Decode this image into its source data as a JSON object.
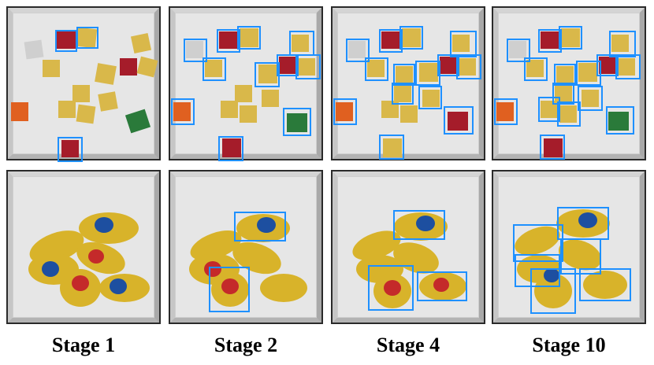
{
  "stages": [
    {
      "label": "Stage 1"
    },
    {
      "label": "Stage 2"
    },
    {
      "label": "Stage 4"
    },
    {
      "label": "Stage 10"
    }
  ],
  "colors": {
    "box": "#1e90ff",
    "dice_yellow": "#d9b84a",
    "dice_red": "#a51c2a",
    "dice_green": "#2a7a3a",
    "dice_white": "#cfcfcf",
    "dice_orange": "#e06020",
    "bottle_yellow": "#d8b32a",
    "label_blue": "#1d4fa0",
    "label_red": "#c42a2a"
  }
}
